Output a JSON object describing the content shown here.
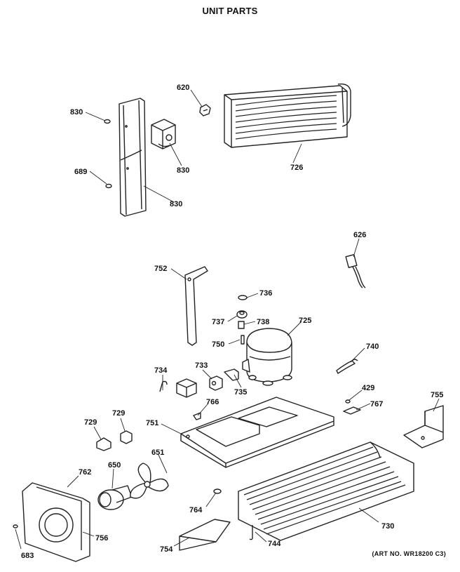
{
  "title": "UNIT PARTS",
  "art_number": "(ART NO. WR18200 C3)",
  "callouts": {
    "c620": "620",
    "c726": "726",
    "c830a": "830",
    "c830b": "830",
    "c830c": "830",
    "c689": "689",
    "c626": "626",
    "c752": "752",
    "c736": "736",
    "c737": "737",
    "c738": "738",
    "c725": "725",
    "c750": "750",
    "c740": "740",
    "c734": "734",
    "c733": "733",
    "c735": "735",
    "c429": "429",
    "c767": "767",
    "c755": "755",
    "c766": "766",
    "c729a": "729",
    "c729b": "729",
    "c751": "751",
    "c651": "651",
    "c650": "650",
    "c762": "762",
    "c764": "764",
    "c730": "730",
    "c756": "756",
    "c754": "754",
    "c744": "744",
    "c683": "683"
  }
}
